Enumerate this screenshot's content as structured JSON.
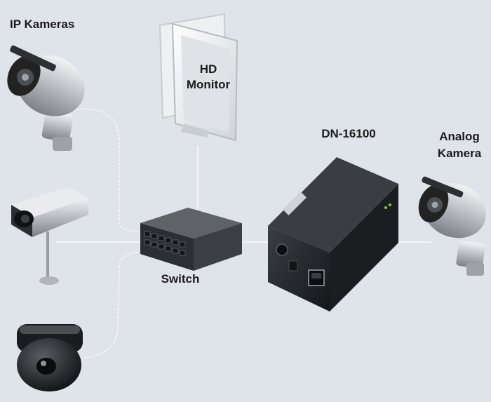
{
  "labels": {
    "ip_cameras": "IP Kameras",
    "monitor_line1": "HD",
    "monitor_line2": "Monitor",
    "device": "DN-16100",
    "analog_line1": "Analog",
    "analog_line2": "Kamera",
    "switch": "Switch"
  },
  "colors": {
    "background": "#dfe3ea",
    "connector": "#f2f2f2",
    "device_body": "#1f2326",
    "camera_silver": "#c9ccd0"
  }
}
